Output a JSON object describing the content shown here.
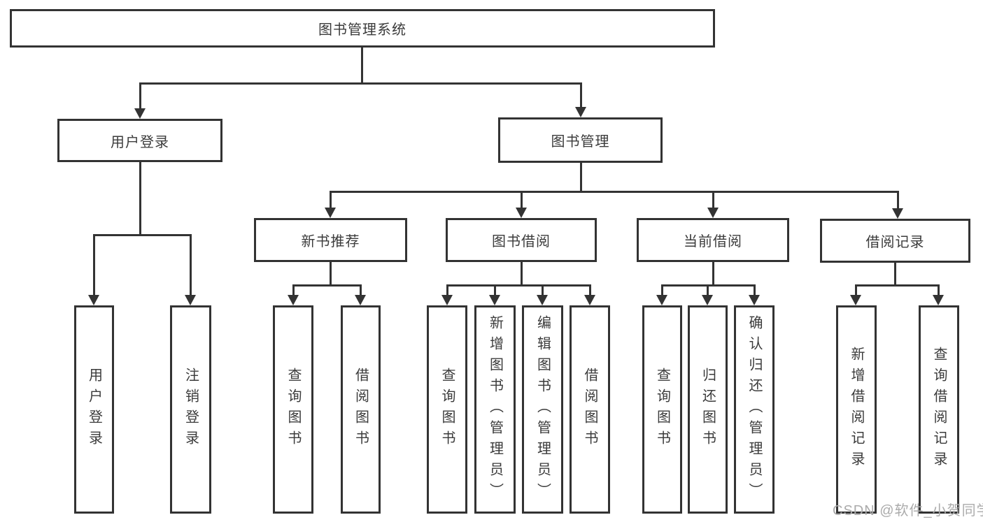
{
  "diagram": {
    "title": "图书管理系统",
    "watermark": "CSDN @软件_小贺同学",
    "colors": {
      "line": "#333333",
      "text": "#3b3b3b",
      "background": "#ffffff",
      "watermark": "#ababab"
    },
    "tree": {
      "label": "图书管理系统",
      "children": [
        {
          "label": "用户登录",
          "children": [
            {
              "label": "用户登录"
            },
            {
              "label": "注销登录"
            }
          ]
        },
        {
          "label": "图书管理",
          "children": [
            {
              "label": "新书推荐",
              "children": [
                {
                  "label": "查询图书"
                },
                {
                  "label": "借阅图书"
                }
              ]
            },
            {
              "label": "图书借阅",
              "children": [
                {
                  "label": "查询图书"
                },
                {
                  "label": "新增图书（管理员）"
                },
                {
                  "label": "编辑图书（管理员）"
                },
                {
                  "label": "借阅图书"
                }
              ]
            },
            {
              "label": "当前借阅",
              "children": [
                {
                  "label": "查询图书"
                },
                {
                  "label": "归还图书"
                },
                {
                  "label": "确认归还（管理员）"
                }
              ]
            },
            {
              "label": "借阅记录",
              "children": [
                {
                  "label": "新增借阅记录"
                },
                {
                  "label": "查询借阅记录"
                }
              ]
            }
          ]
        }
      ]
    }
  }
}
